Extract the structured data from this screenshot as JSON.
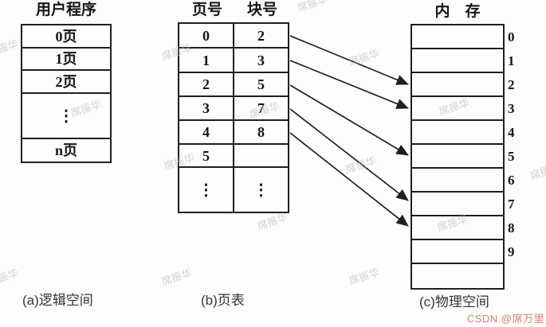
{
  "figure": {
    "logical_space": {
      "title": "用户程序",
      "rows": [
        "0页",
        "1页",
        "2页",
        "⋮",
        "n页"
      ],
      "caption": "(a)逻辑空间"
    },
    "page_table": {
      "headers": [
        "页号",
        "块号"
      ],
      "rows": [
        {
          "page": "0",
          "block": "2"
        },
        {
          "page": "1",
          "block": "3"
        },
        {
          "page": "2",
          "block": "5"
        },
        {
          "page": "3",
          "block": "7"
        },
        {
          "page": "4",
          "block": "8"
        },
        {
          "page": "5",
          "block": ""
        },
        {
          "page": "⋮",
          "block": "⋮"
        }
      ],
      "caption": "(b)页表"
    },
    "physical_space": {
      "title": "内　存",
      "block_labels": [
        "0",
        "1",
        "2",
        "3",
        "4",
        "5",
        "6",
        "7",
        "8",
        "9"
      ],
      "caption": "(c)物理空间"
    },
    "mappings": [
      {
        "from_page": "0",
        "to_block": "2"
      },
      {
        "from_page": "1",
        "to_block": "3"
      },
      {
        "from_page": "2",
        "to_block": "5"
      },
      {
        "from_page": "3",
        "to_block": "7"
      },
      {
        "from_page": "4",
        "to_block": "8"
      }
    ],
    "watermarks": {
      "faint_text": "席振华",
      "csdn_text": "CSDN @席万里",
      "csdn_color": "#cf8077"
    },
    "colors": {
      "line": "#1f1f1f",
      "background": "#fdfdfc"
    }
  }
}
